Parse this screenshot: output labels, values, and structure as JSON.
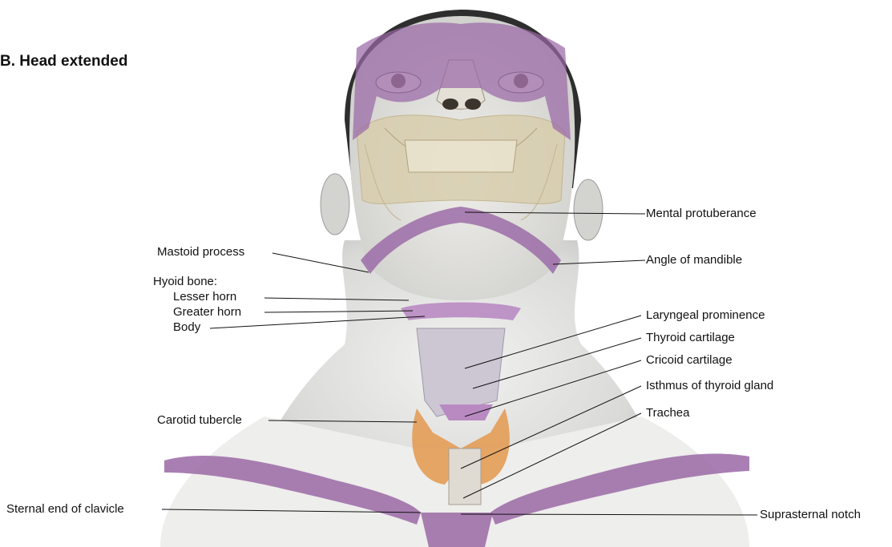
{
  "title": "B. Head extended",
  "labels": {
    "mastoid_process": "Mastoid process",
    "hyoid_bone": "Hyoid bone:",
    "lesser_horn": "Lesser horn",
    "greater_horn": "Greater horn",
    "body": "Body",
    "carotid_tubercle": "Carotid tubercle",
    "sternal_end_of_clavicle": "Sternal end of clavicle",
    "mental_protuberance": "Mental protuberance",
    "angle_of_mandible": "Angle of mandible",
    "laryngeal_prominence": "Laryngeal prominence",
    "thyroid_cartilage": "Thyroid cartilage",
    "cricoid_cartilage": "Cricoid cartilage",
    "isthmus_of_thyroid_gland": "Isthmus of thyroid gland",
    "trachea": "Trachea",
    "suprasternal_notch": "Suprasternal notch"
  },
  "colors": {
    "skin": "#e3e3e1",
    "skin_shadow": "#b9bab8",
    "hair": "#2e2e2e",
    "bone": "#ddd3b6",
    "bone_outline": "#c7b98f",
    "landmark_purple": "#9a68a6",
    "thyroid_orange": "#e39c57",
    "cartilage": "#c9c2cf"
  }
}
